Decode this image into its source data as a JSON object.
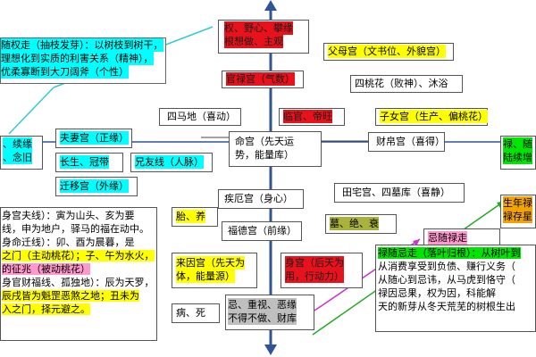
{
  "colors": {
    "axis": "#2f5597",
    "connector": "#444444",
    "cyan_arrow": "#33cccc",
    "magenta_arrow": "#cc33cc",
    "green_arrow": "#22aa22",
    "red": "#e8121c",
    "yellow": "#ffff00",
    "cyan": "#00ffff",
    "green": "#00e600"
  },
  "boxes": {
    "top_red": [
      "权、野心、攀缘",
      "根想做、主观"
    ],
    "guanlu": "官禄宫（气数）",
    "fumu": "父母宫（文书位、外貌宫）",
    "sihua": "四桃花（败神）、沐浴",
    "simadi": "四马地（喜动）",
    "linguan": "临官、帝旺",
    "zinv": "子女宫（生产、偏桃花）",
    "fuqi": "夫妻宫（正缘）",
    "changsheng": "长生、冠带",
    "xiongdi": "兄友线（人脉）",
    "qianyi": "迁移宫（外缘）",
    "ming": [
      "命宫（先天运",
      "势，能量库）"
    ],
    "caibo": "财帛宫（喜得）",
    "jie": "疾厄宫（身心）",
    "tianzhai": "田宅宫、四墓库（喜静）",
    "tai": "胎、养",
    "fude": "福德宫（前缘）",
    "mu": "墓、绝、衰",
    "shensui": "忌随禄走",
    "laiyin": [
      "来因宫（先天为",
      "体，能量源）"
    ],
    "shen": [
      "身宫（后天为",
      "用，行动力）"
    ],
    "bing": "病、死",
    "ji_box": [
      "忌、重视、恶缘",
      "不得不做、财库"
    ]
  },
  "top_left": [
    "随权走（抽枝发芽）：以树枝到树干，",
    "理想化到实质的利害关系（精神），",
    "优柔寡断到大刀阔斧（个性）"
  ],
  "left_mid": [
    "、续缘",
    "、念旧"
  ],
  "left_bottom": [
    "身宫夫线）：寅为山头、亥为要",
    "线，申为地户，驿马的福在动中。",
    "身命迁线）：卯、酉为晨暮，是",
    "之门（主动桃花）；子、午为水火，",
    "的征兆（被动桃花）",
    "身官财福线、孤独地）：辰为天罗，",
    "辰戌皆为魁罡恶煞之地；丑未为",
    "入之门，择元避之。"
  ],
  "right_top": [
    "禄、随",
    "陆续增"
  ],
  "right_mid": [
    "生年禄",
    "禄存星"
  ],
  "right_bottom": [
    "禄随忌走（落叶归根）：从树叶到",
    "从消费享受到负债、赚行义务（",
    "从随心到忌讳，从马虎到恪守（",
    "禄因忌果，权为因，科能解",
    "天的新芽从冬天荒芜的树根生出"
  ]
}
